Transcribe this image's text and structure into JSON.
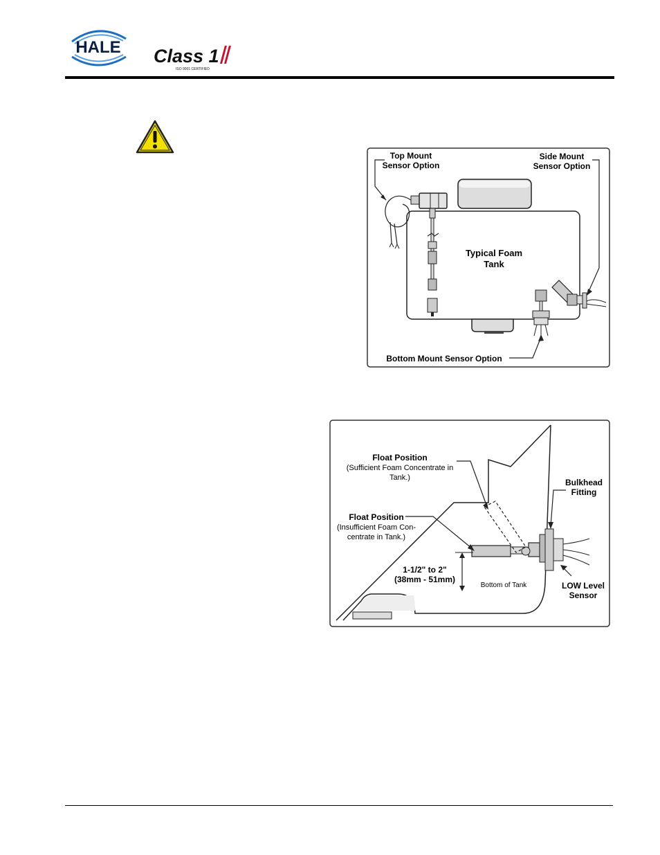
{
  "header": {
    "hale_logo_text": "HALE",
    "class1_logo_text": "Class 1",
    "class1_tagline": "ISO 9001 CERTIFIED"
  },
  "warning": {
    "icon": "warning-triangle-icon",
    "color": "#f2e100"
  },
  "figure_sensor_options": {
    "top_mount_line1": "Top Mount",
    "top_mount_line2": "Sensor Option",
    "side_mount_line1": "Side Mount",
    "side_mount_line2": "Sensor Option",
    "tank_line1": "Typical Foam",
    "tank_line2": "Tank",
    "bottom_mount": "Bottom Mount Sensor Option"
  },
  "figure_float_position": {
    "float_sufficient_title": "Float Position",
    "float_sufficient_line1": "(Sufficient Foam Concentrate in",
    "float_sufficient_line2": "Tank.)",
    "float_insufficient_title": "Float Position",
    "float_insufficient_line1": "(Insufficient Foam Con-",
    "float_insufficient_line2": "centrate in Tank.)",
    "bulkhead_line1": "Bulkhead",
    "bulkhead_line2": "Fitting",
    "dimension_line1": "1-1/2\" to 2\"",
    "dimension_line2": "(38mm - 51mm)",
    "bottom_of_tank": "Bottom of Tank",
    "low_level_line1": "LOW Level",
    "low_level_line2": "Sensor"
  }
}
